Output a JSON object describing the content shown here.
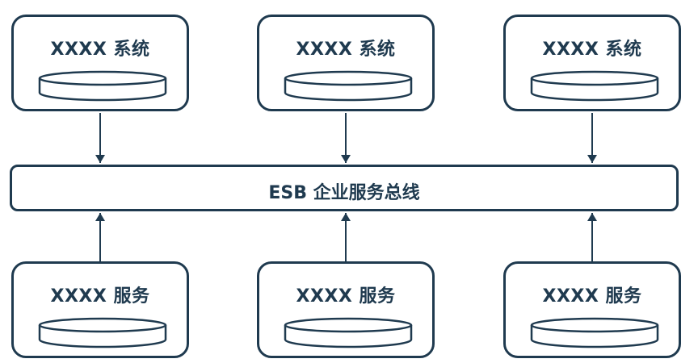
{
  "systems": [
    {
      "label": "XXXX 系统"
    },
    {
      "label": "XXXX 系统"
    },
    {
      "label": "XXXX 系统"
    }
  ],
  "bus": {
    "label": "ESB 企业服务总线"
  },
  "services": [
    {
      "label": "XXXX 服务"
    },
    {
      "label": "XXXX 服务"
    },
    {
      "label": "XXXX 服务"
    }
  ],
  "colors": {
    "stroke": "#1f3a4f",
    "background": "#ffffff"
  }
}
